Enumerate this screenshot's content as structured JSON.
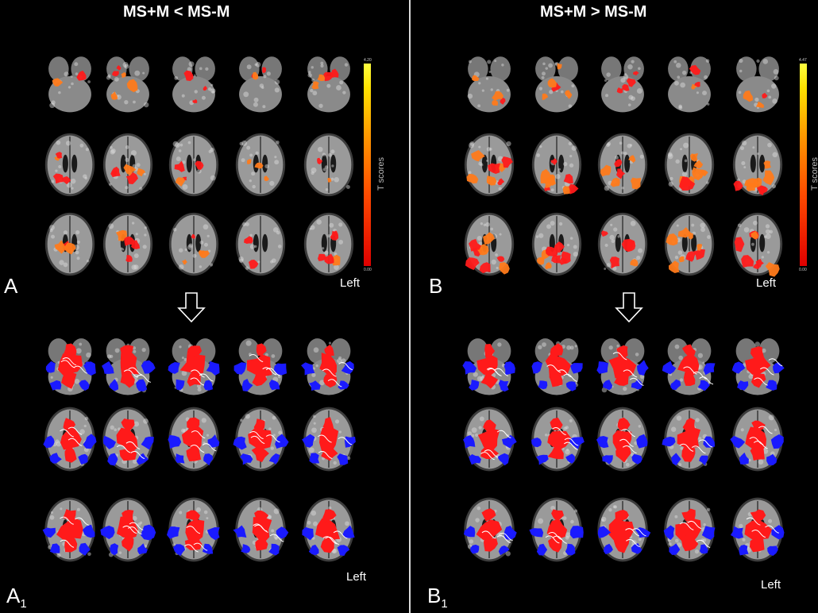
{
  "titles": {
    "left": "MS+M < MS-M",
    "right": "MS+M > MS-M"
  },
  "panels": {
    "A": {
      "letter": "A",
      "subscript": "",
      "orientation_label": "Left"
    },
    "B": {
      "letter": "B",
      "subscript": "",
      "orientation_label": "Left"
    },
    "A1": {
      "letter": "A",
      "subscript": "1",
      "orientation_label": "Left"
    },
    "B1": {
      "letter": "B",
      "subscript": "1",
      "orientation_label": "Left"
    }
  },
  "colorbars": {
    "left": {
      "label": "T scores",
      "max": "4.20",
      "min": "0.00"
    },
    "right": {
      "label": "T scores",
      "max": "4.47",
      "min": "0.00"
    }
  },
  "colors": {
    "background": "#000000",
    "brain_gray": "#8a8a8a",
    "activation_red": "#ff1a1a",
    "activation_orange": "#ff7a1a",
    "network_blue": "#1a1aff",
    "overlap_outline": "#ffffff"
  },
  "icons": [
    "down-arrow-icon",
    "down-arrow-icon"
  ]
}
